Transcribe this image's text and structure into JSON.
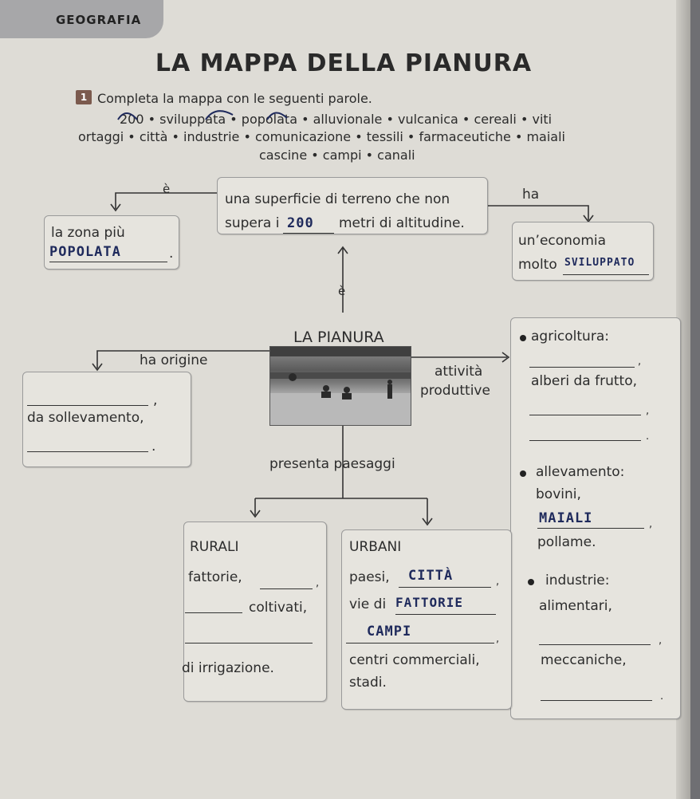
{
  "header": {
    "subject": "GEOGRAFIA",
    "title": "LA MAPPA DELLA PIANURA"
  },
  "exercise": {
    "number": "1",
    "instruction": "Completa la mappa con le seguenti parole.",
    "word_lines": [
      "200 • sviluppata • popolata • alluvionale • vulcanica • cereali • viti",
      "ortaggi • città • industrie • comunicazione • tessili • farmaceutiche • maiali",
      "cascine • campi • canali"
    ]
  },
  "map": {
    "link_e_top": "è",
    "link_ha": "ha",
    "definition_line1": "una superficie di terreno che non",
    "definition_line2_pre": "supera i",
    "definition_line2_post": "metri di altitudine.",
    "definition_answer": "200",
    "left_box_line1": "la zona più",
    "left_box_answer": "POPOLATA",
    "left_box_end": ".",
    "economy_line1": "un’economia",
    "economy_line2": "molto",
    "economy_answer": "SVILUPPATO",
    "link_e_middle": "è",
    "center_title": "LA PIANURA",
    "link_origin": "ha origine",
    "link_attivita_1": "attività",
    "link_attivita_2": "produttive",
    "link_paesaggi": "presenta paesaggi",
    "origin_comma1": ",",
    "origin_line2": "da sollevamento,",
    "origin_end": ".",
    "activities": {
      "agri_title": "agricoltura:",
      "agri_comma": ",",
      "agri_item": "alberi da frutto,",
      "agri_comma2": ",",
      "agri_end": ".",
      "breed_title": "allevamento:",
      "breed_item1": "bovini,",
      "breed_answer": "MAIALI",
      "breed_comma": ",",
      "breed_item3": "pollame.",
      "ind_title": "industrie:",
      "ind_item1": "alimentari,",
      "ind_comma": ",",
      "ind_item3": "meccaniche,",
      "ind_end": "."
    },
    "rural": {
      "title": "RURALI",
      "line1": "fattorie,",
      "line1_comma": ",",
      "line2": "coltivati,",
      "line4": "di irrigazione."
    },
    "urban": {
      "title": "URBANI",
      "line1": "paesi,",
      "answer1": "CITTÀ",
      "line1_comma": ",",
      "line2": "vie di",
      "answer2": "FATTORIE",
      "answer3": "CAMPI",
      "line3_comma": ",",
      "line4": "centri commerciali,",
      "line5": "stadi."
    }
  },
  "colors": {
    "page": "#dedcd6",
    "box": "#e6e4de",
    "tab": "#a7a7a9",
    "number_badge": "#7b5a4e",
    "handwriting": "#1f2a5c"
  }
}
